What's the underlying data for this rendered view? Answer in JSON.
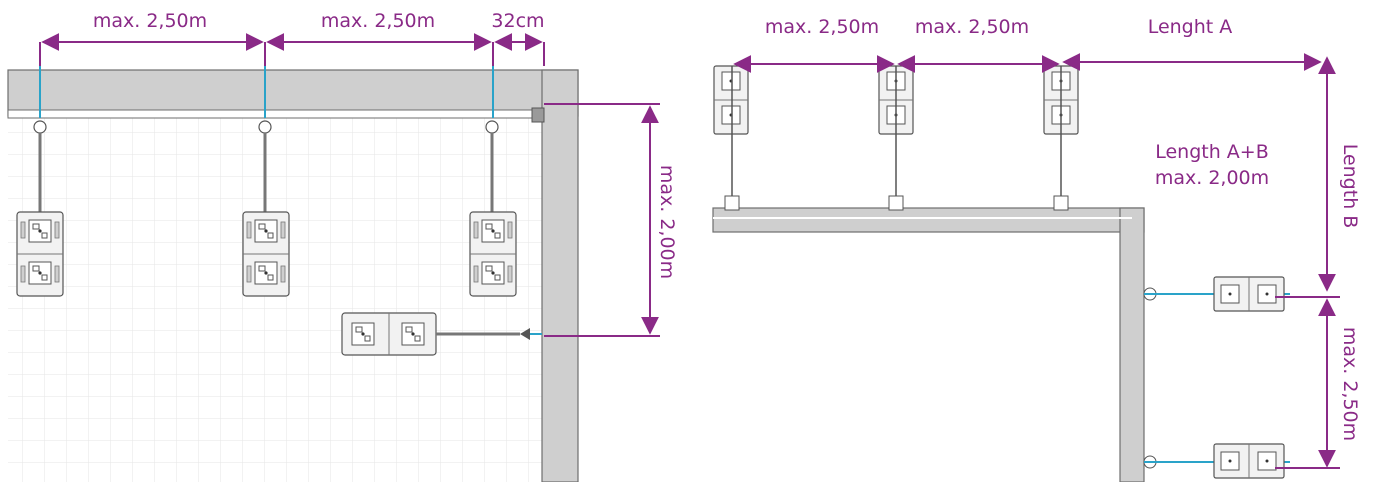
{
  "colors": {
    "dimension": "#8a2a87",
    "wall_fill": "#cfcfcf",
    "wall_stroke": "#6e6e6e",
    "grid": "#e6e6e6",
    "rope": "#2aa3c9",
    "device_fill": "#f2f2f2",
    "device_stroke": "#555555"
  },
  "left": {
    "label_max_1": "max. 2,50m",
    "label_max_2": "max. 2,50m",
    "label_offset": "32cm",
    "label_vertical": "max. 2,00m"
  },
  "right": {
    "label_max_1": "max. 2,50m",
    "label_max_2": "max. 2,50m",
    "label_length_a": "Lenght A",
    "label_length_ab_1": "Length A+B",
    "label_length_ab_2": "max. 2,00m",
    "label_length_b": "Length B",
    "label_vertical_max": "max. 2,50m"
  },
  "icons": [
    "outlet-box-icon",
    "anchor-icon",
    "double-arrow-icon"
  ]
}
